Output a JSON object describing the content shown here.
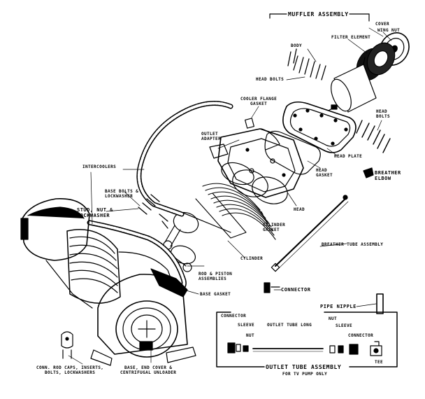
{
  "labels": {
    "muffler_assembly": "MUFFLER ASSEMBLY",
    "cover": "COVER",
    "wing_nut": "WING NUT",
    "filter_element": "FILTER ELEMENT",
    "body": "BODY",
    "head_bolts_top": "HEAD BOLTS",
    "cooler_flange_gasket_1": "COOLER FLANGE",
    "cooler_flange_gasket_2": "GASKET",
    "head_bolts_right_1": "HEAD",
    "head_bolts_right_2": "BOLTS",
    "outlet_adapter_1": "OUTLET",
    "outlet_adapter_2": "ADAPTER",
    "head_plate": "HEAD PLATE",
    "intercoolers": "INTERCOOLERS",
    "breather_elbow_1": "BREATHER",
    "breather_elbow_2": "ELBOW",
    "head_gasket_1": "HEAD",
    "head_gasket_2": "GASKET",
    "base_bolts_1": "BASE BOLTS &",
    "base_bolts_2": "LOCKWASHER",
    "stud_nut_1": "STUD, NUT &",
    "stud_nut_2": "LOCKWASHER",
    "head": "HEAD",
    "cylinder_gasket_1": "CYLINDER",
    "cylinder_gasket_2": "GASKET",
    "breather_tube_assembly": "BREATHER TUBE ASSEMBLY",
    "cylinder": "CYLINDER",
    "rod_piston_1": "ROD & PISTON",
    "rod_piston_2": "ASSEMBLIES",
    "connector_main": "CONNECTOR",
    "base_gasket": "BASE GASKET",
    "pipe_nipple": "PIPE NIPPLE",
    "connector_box": "CONNECTOR",
    "sleeve_left": "SLEEVE",
    "outlet_tube_long": "OUTLET TUBE LONG",
    "nut_right": "NUT",
    "sleeve_right": "SLEEVE",
    "connector_right": "CONNECTOR",
    "nut_left": "NUT",
    "tee": "TEE",
    "conn_rod_caps_1": "CONN. ROD CAPS, INSERTS,",
    "conn_rod_caps_2": "BOLTS, LOCKWASHERS",
    "base_end_cover_1": "BASE, END COVER &",
    "base_end_cover_2": "CENTRIFUGAL UNLOADER",
    "outlet_tube_assembly": "OUTLET TUBE ASSEMBLY",
    "outlet_tube_sub": "FOR TV PUMP ONLY"
  }
}
